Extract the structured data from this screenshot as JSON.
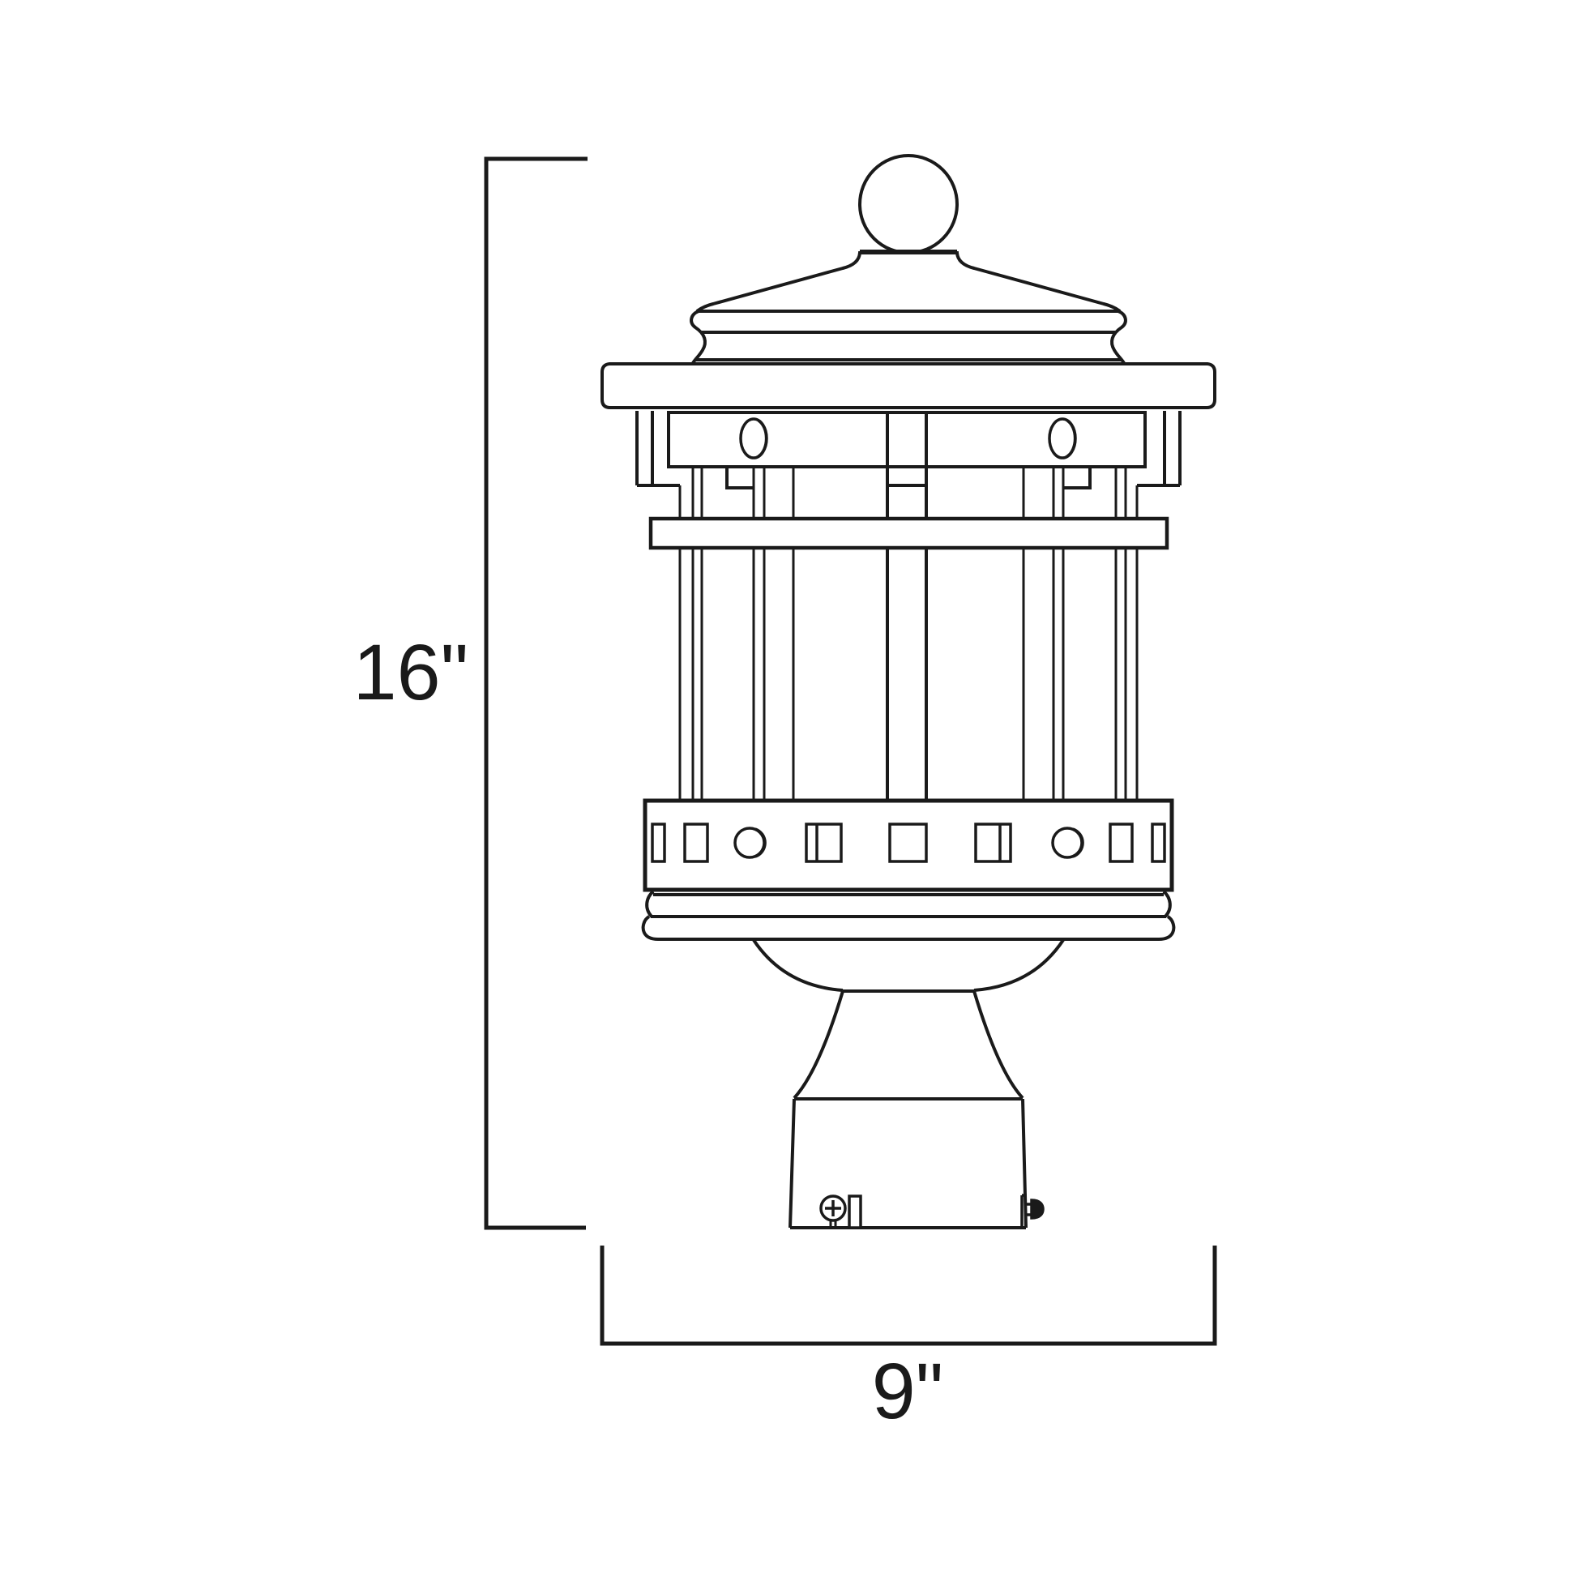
{
  "page": {
    "background_color": "#ffffff",
    "line_color": "#1a1a1a"
  },
  "diagram": {
    "type": "product-dimension-line-drawing",
    "subject": "outdoor-post-mount-lantern",
    "dimensions": {
      "height": {
        "label": "16\""
      },
      "width": {
        "label": "9\""
      }
    }
  }
}
